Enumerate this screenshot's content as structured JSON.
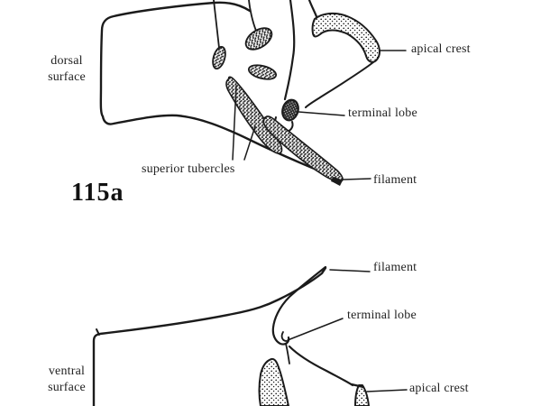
{
  "figure": {
    "id": "115a",
    "top_panel": {
      "view": "dorsal",
      "surface_line1": "dorsal",
      "surface_line2": "surface",
      "apical_crest": "apical crest",
      "terminal_lobe": "terminal lobe",
      "superior_tubercles": "superior tubercles",
      "filament": "filament"
    },
    "bottom_panel": {
      "view": "ventral",
      "surface_line1": "ventral",
      "surface_line2": "surface",
      "filament": "filament",
      "terminal_lobe": "terminal lobe",
      "apical_crest": "apical crest"
    }
  },
  "colors": {
    "ink": "#1b1b1b",
    "background": "#ffffff"
  }
}
